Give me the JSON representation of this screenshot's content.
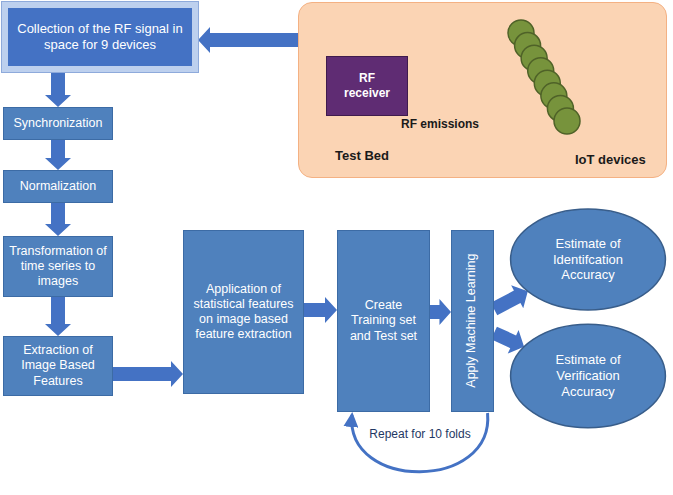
{
  "diagram": {
    "nodes": [
      {
        "text": [
          "Test Bed"
        ]
      },
      {
        "text": [
          "RF receiver"
        ],
        "in": 0
      },
      {
        "text": [
          "IoT devices"
        ],
        "in": 0
      },
      {
        "text": [
          "Collection of the RF signal in space for 9 devices"
        ]
      },
      {
        "text": [
          "Synchronization"
        ]
      },
      {
        "text": [
          "Normalization"
        ]
      },
      {
        "text": [
          "Transformation of time series to images"
        ]
      },
      {
        "text": [
          "Extraction of Image Based Features"
        ]
      },
      {
        "text": [
          "Application of statistical features on image based feature extraction"
        ]
      },
      {
        "text": [
          "Create Training set and Test set"
        ]
      },
      {
        "text": [
          "Apply Machine Learning"
        ]
      },
      {
        "text": [
          "Estimate of Identifcation Accuracy"
        ]
      },
      {
        "text": [
          "Estimate of Verification Accuracy"
        ]
      }
    ],
    "edges": [
      {
        "from": 0,
        "to": 3,
        "arrow": "to"
      },
      {
        "from": 3,
        "to": 4,
        "arrow": "to"
      },
      {
        "from": 4,
        "to": 5,
        "arrow": "to"
      },
      {
        "from": 5,
        "to": 6,
        "arrow": "to"
      },
      {
        "from": 6,
        "to": 7,
        "arrow": "to"
      },
      {
        "from": 7,
        "to": 8,
        "arrow": "to"
      },
      {
        "from": 8,
        "to": 9,
        "arrow": "to"
      },
      {
        "from": 9,
        "to": 10,
        "arrow": "to"
      },
      {
        "from": 10,
        "to": 11,
        "arrow": "to"
      },
      {
        "from": 10,
        "to": 12,
        "arrow": "to"
      },
      {
        "from": 10,
        "to": 9,
        "label": "Repeat for 10 folds",
        "arrow": "to"
      },
      {
        "from": 2,
        "to": 1,
        "label": "RF emissions",
        "arrow": "to"
      }
    ]
  }
}
